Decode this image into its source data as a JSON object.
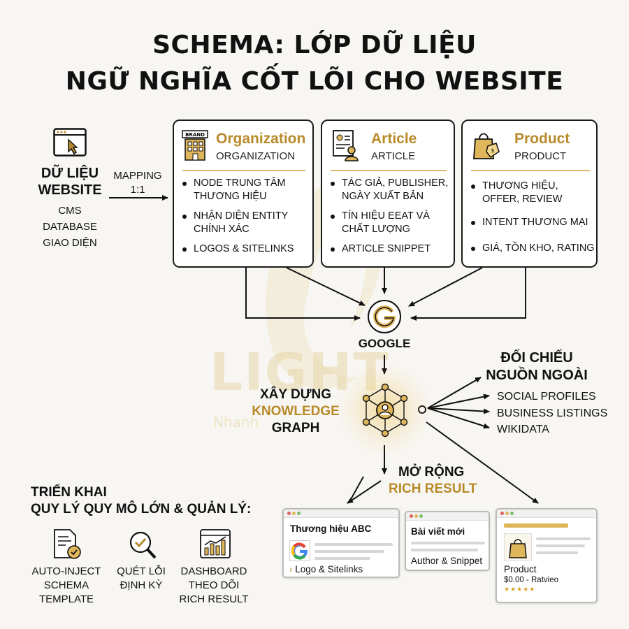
{
  "header": {
    "line1": "SCHEMA: LỚP DỮ LIỆU",
    "line2": "NGỮ NGHĨA CỐT LÕI CHO WEBSITE"
  },
  "watermark": {
    "brand": "LIGHT",
    "tagline": "Nhanh"
  },
  "source": {
    "icon": "browser-cursor-icon",
    "title_line1": "DỮ LIỆU",
    "title_line2": "WEBSITE",
    "items": [
      "CMS",
      "DATABASE",
      "GIAO DIỆN"
    ],
    "mapping_line1": "MAPPING",
    "mapping_line2": "1:1"
  },
  "cards": [
    {
      "icon": "brand-building-icon",
      "icon_label": "BRAND",
      "title": "Organization",
      "subtitle": "ORGANIZATION",
      "bullets": [
        "NODE TRUNG TÂM THƯƠNG HIỆU",
        "NHẬN DIỆN ENTITY CHÍNH XÁC",
        "LOGOS & SITELINKS"
      ]
    },
    {
      "icon": "document-person-icon",
      "title": "Article",
      "subtitle": "ARTICLE",
      "bullets": [
        "TÁC GIẢ, PUBLISHER, NGÀY XUẤT BẢN",
        "TÍN HIỆU EEAT VÀ CHẤT LƯỢNG",
        "ARTICLE SNIPPET"
      ]
    },
    {
      "icon": "shopping-bag-tag-icon",
      "title": "Product",
      "subtitle": "PRODUCT",
      "bullets": [
        "THƯƠNG HIỆU, OFFER, REVIEW",
        "INTENT THƯƠNG MẠI",
        "GIÁ, TỒN KHO, RATING"
      ]
    }
  ],
  "google": {
    "icon": "google-g-icon",
    "label": "GOOGLE"
  },
  "knowledge_graph": {
    "icon": "network-graph-icon",
    "line1": "XÂY DỰNG",
    "line2": "KNOWLEDGE",
    "line3": "GRAPH"
  },
  "external": {
    "title_line1": "ĐỐI CHIẾU",
    "title_line2": "NGUỒN NGOÀI",
    "items": [
      "SOCIAL PROFILES",
      "BUSINESS LISTINGS",
      "WIKIDATA"
    ]
  },
  "rich_result": {
    "line1": "MỞ RỘNG",
    "line2": "RICH RESULT"
  },
  "deploy": {
    "title_line1": "TRIỂN KHAI",
    "title_line2": "QUY LÝ QUY MÔ LỚN & QUẢN LÝ:",
    "items": [
      {
        "icon": "document-gear-icon",
        "line1": "AUTO-INJECT",
        "line2": "SCHEMA",
        "line3": "TEMPLATE"
      },
      {
        "icon": "magnifier-check-icon",
        "line1": "QUÉT LỖI",
        "line2": "ĐỊNH KỲ"
      },
      {
        "icon": "dashboard-chart-icon",
        "line1": "DASHBOARD",
        "line2": "THEO DÕI",
        "line3": "RICH RESULT"
      }
    ]
  },
  "results": [
    {
      "title": "Thương hiệu ABC",
      "caption": "Logo & Sitelinks",
      "caption_prefix": "›"
    },
    {
      "title": "Bài viết mới",
      "caption": "Author & Snippet"
    },
    {
      "title": "Product",
      "price": "$0.00 - Ratvieo",
      "stars": "★★★★★"
    }
  ],
  "colors": {
    "accent": "#b88a2a",
    "ink": "#111111",
    "rule": "#d9b96a"
  }
}
